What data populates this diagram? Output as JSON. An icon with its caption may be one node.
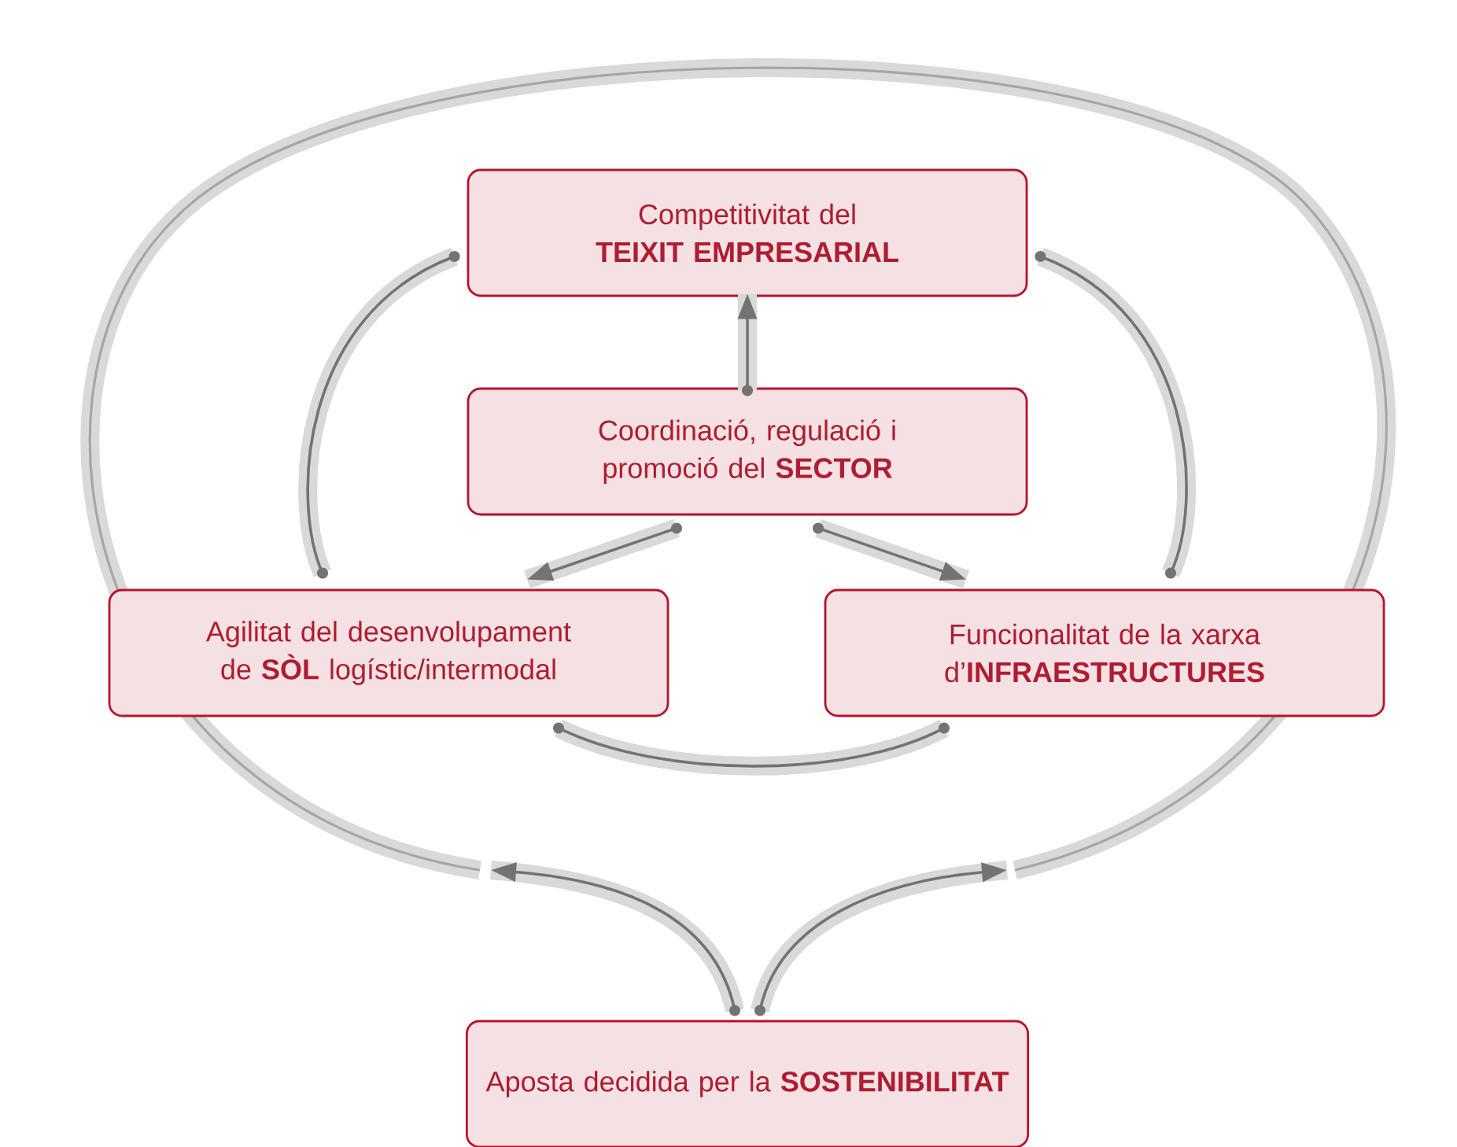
{
  "diagram": {
    "nodes": [
      {
        "text": [
          "Competitivitat del **TEIXIT EMPRESARIAL**"
        ]
      },
      {
        "text": [
          "Coordinació, regulació i promoció del **SECTOR**"
        ]
      },
      {
        "text": [
          "Agilitat del desenvolupament de **SÒL** logístic/intermodal"
        ]
      },
      {
        "text": [
          "Funcionalitat de la xarxa d’**INFRAESTRUCTURES**"
        ]
      },
      {
        "text": [
          "Aposta decidida per la **SOSTENIBILITAT**"
        ]
      }
    ],
    "edges": [
      {
        "from": 1,
        "to": 0,
        "arrow": "to"
      },
      {
        "from": 1,
        "to": 2,
        "arrow": "to"
      },
      {
        "from": 1,
        "to": 3,
        "arrow": "to"
      },
      {
        "from": 0,
        "to": 2,
        "arrow": "other"
      },
      {
        "from": 0,
        "to": 3,
        "arrow": "other"
      },
      {
        "from": 2,
        "to": 3,
        "arrow": "other"
      },
      {
        "from": 4,
        "to": null,
        "arrow": "to"
      },
      {
        "from": 4,
        "to": null,
        "arrow": "to"
      }
    ]
  }
}
